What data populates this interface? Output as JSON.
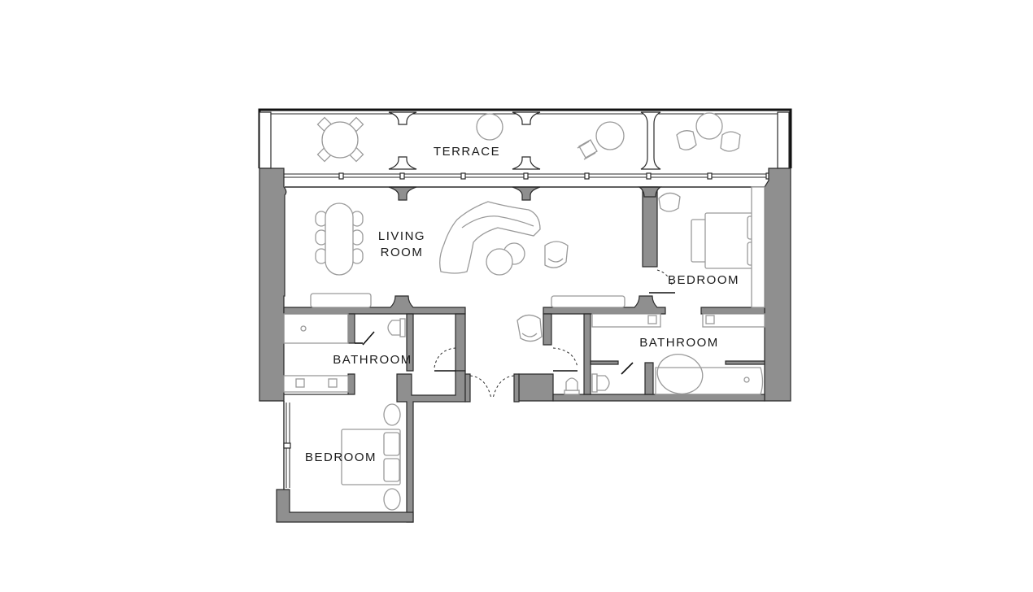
{
  "plan": {
    "labels": {
      "terrace": "TERRACE",
      "living_room_line1": "LIVING",
      "living_room_line2": "ROOM",
      "bedroom_right": "BEDROOM",
      "bathroom_left": "BATHROOM",
      "bathroom_right": "BATHROOM",
      "bedroom_left": "BEDROOM"
    },
    "colors": {
      "wall": "#8f8f8f",
      "outline": "#2a2a2a",
      "furniture": "#9a9a9a",
      "background": "#ffffff"
    }
  }
}
